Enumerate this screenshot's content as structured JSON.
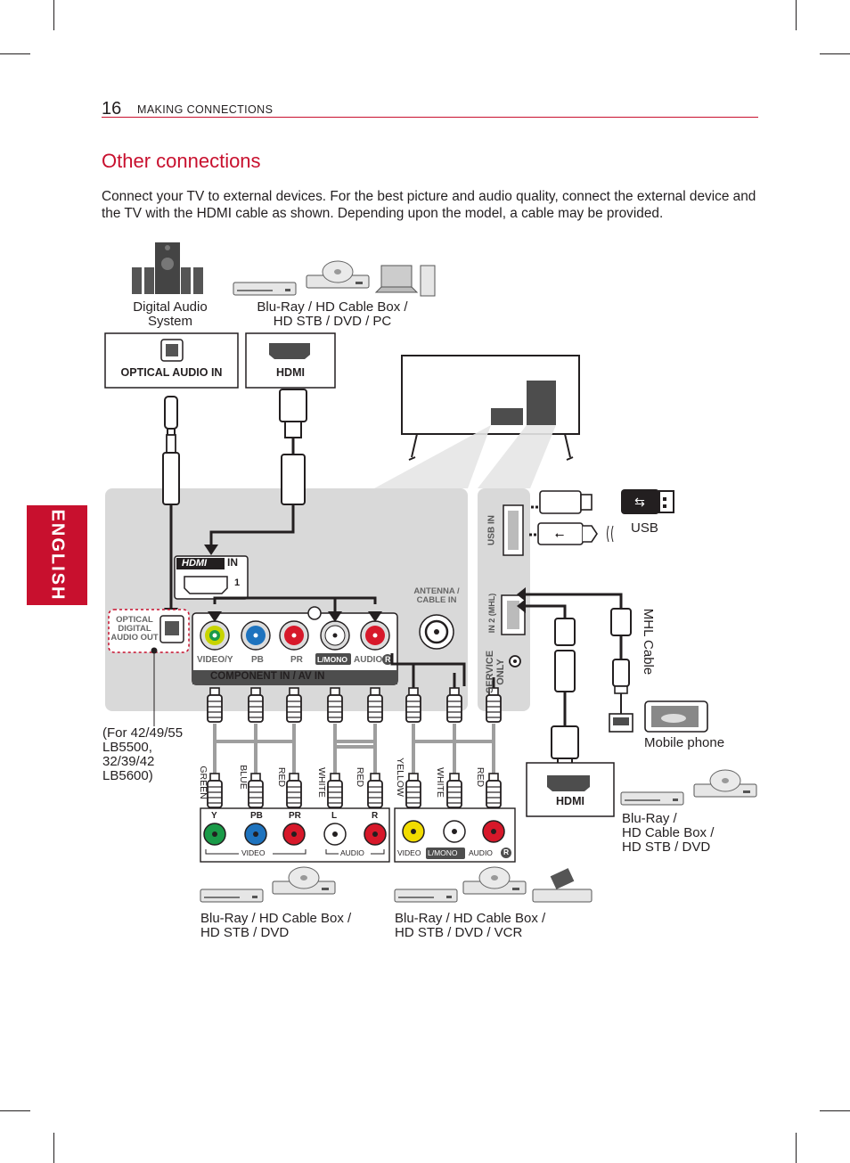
{
  "header": {
    "page_number": "16",
    "section": "MAKING CONNECTIONS"
  },
  "side_tab": "ENGLISH",
  "title": "Other connections",
  "intro": "Connect your TV to external devices. For the best picture and audio quality, connect the external device and the TV with the HDMI cable as shown. Depending upon the model, a cable may be provided.",
  "devices": {
    "audio_system": [
      "Digital Audio",
      "System"
    ],
    "hdmi_sources": [
      "Blu-Ray / HD Cable Box /",
      "HD STB / DVD / PC"
    ],
    "usb": "USB",
    "mhl_cable": "MHL Cable",
    "mobile": "Mobile phone",
    "hdmi2_sources": [
      "Blu-Ray /",
      "HD Cable Box /",
      "HD STB / DVD"
    ],
    "component_sources": [
      "Blu-Ray / HD Cable Box /",
      "HD STB / DVD"
    ],
    "av_sources": [
      "Blu-Ray / HD Cable Box /",
      "HD STB / DVD / VCR"
    ],
    "model_note": [
      "(For 42/49/55",
      "LB5500,",
      "32/39/42",
      "LB5600)"
    ]
  },
  "ports": {
    "optical_audio_in": "OPTICAL AUDIO IN",
    "hdmi": "HDMI",
    "hdmi_in": "IN",
    "hdmi_in_num": "1",
    "optical_out": [
      "OPTICAL",
      "DIGITAL",
      "AUDIO OUT"
    ],
    "antenna": [
      "ANTENNA /",
      "CABLE IN"
    ],
    "usb_in": "USB IN",
    "hdmi_in2": "IN 2 (MHL)",
    "service": [
      "SERVICE",
      "ONLY"
    ],
    "video_y": "VIDEO/Y",
    "pb": "PB",
    "pr": "PR",
    "l_mono": "L/MONO",
    "audio": "AUDIO",
    "r": "R",
    "component_av": "COMPONENT IN / AV IN",
    "hdmi_logo": "HDMI"
  },
  "cables": {
    "green": "GREEN",
    "blue": "BLUE",
    "red": "RED",
    "white": "WHITE",
    "yellow": "YELLOW"
  },
  "device_jacks": {
    "y": "Y",
    "pb": "PB",
    "pr": "PR",
    "l": "L",
    "r": "R",
    "video": "VIDEO",
    "audio": "AUDIO",
    "l_mono": "L/MONO"
  },
  "colors": {
    "accent": "#c8102e",
    "panel": "#d9d9d9",
    "jack_green": "#1a9a48",
    "jack_blue": "#1e73be",
    "jack_red": "#d7182a",
    "jack_yellow": "#f2dc00"
  }
}
